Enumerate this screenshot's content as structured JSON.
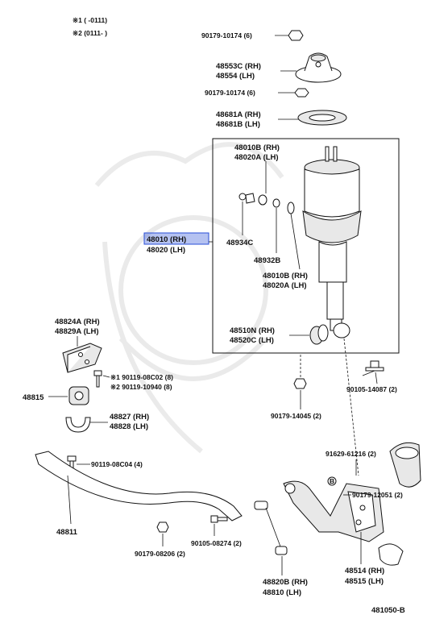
{
  "legend": {
    "note1": "※1 (       -0111)",
    "note2": "※2 (0111-       )"
  },
  "labels": {
    "nut_top": "90179-10174 (6)",
    "support_rh": "48553C (RH)",
    "support_lh": "48554   (LH)",
    "nut_mid": "90179-10174 (6)",
    "ring_rh": "48681A (RH)",
    "ring_lh": "48681B (LH)",
    "ret_rh": "48010B (RH)",
    "ret_lh": "48020A (LH)",
    "main_rh": "48010 (RH)",
    "main_lh": "48020 (LH)",
    "clip": "48934C",
    "oring": "48932B",
    "abs_rh": "48010B (RH)",
    "abs_lh": "48020A (LH)",
    "bush_rh": "48510N (RH)",
    "bush_lh": "48520C (LH)",
    "bolt_r": "90105-14087 (2)",
    "nut_r": "90179-14045 (2)",
    "brk_rh": "48824A (RH)",
    "brk_lh": "48829A (LH)",
    "bolt1": "※1 90119-08C02 (8)",
    "bolt2": "※2 90119-10940 (8)",
    "stab_bush": "48815",
    "clamp_rh": "48827 (RH)",
    "clamp_lh": "48828 (LH)",
    "bolt_stab": "90119-08C04 (4)",
    "stab_bar": "48811",
    "nut_link": "90179-08206 (2)",
    "bolt_link": "90105-08274 (2)",
    "pin": "91629-61216 (2)",
    "nut_arm": "90179-12051 (2)",
    "arm_rh": "48514 (RH)",
    "arm_lh": "48515 (LH)",
    "link_rh": "48820B (RH)",
    "link_lh": "48810    (LH)",
    "diagram_code": "481050-B"
  },
  "colors": {
    "highlight": "#2a4fd8",
    "line": "#111111"
  }
}
